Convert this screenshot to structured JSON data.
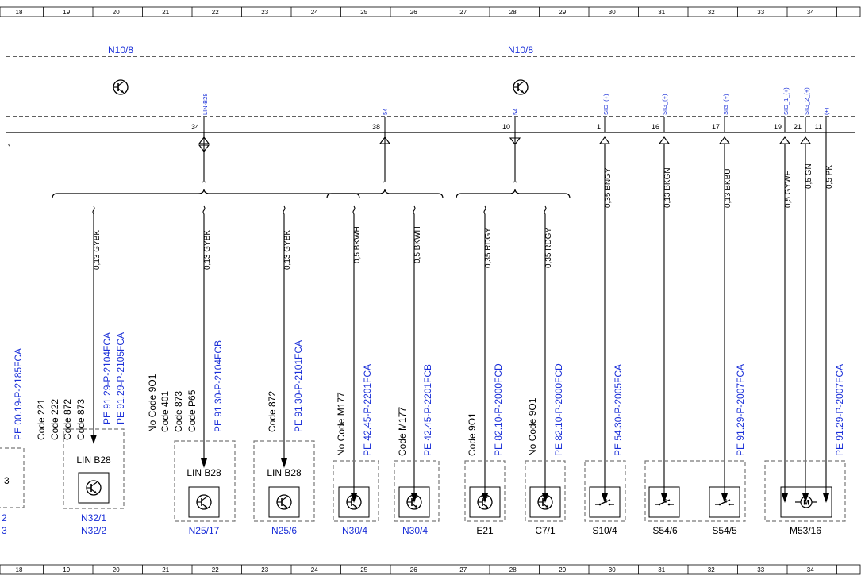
{
  "ruler": {
    "columns": [
      "18",
      "19",
      "20",
      "21",
      "22",
      "23",
      "24",
      "25",
      "26",
      "27",
      "28",
      "29",
      "30",
      "31",
      "32",
      "33",
      "34"
    ]
  },
  "module": {
    "name_left": "N10/8",
    "name_right": "N10/8"
  },
  "pins": [
    {
      "id": "pin-34",
      "number": "34",
      "signal": "LIN-B28"
    },
    {
      "id": "pin-38",
      "number": "38",
      "signal": "54"
    },
    {
      "id": "pin-10",
      "number": "10",
      "signal": "54"
    },
    {
      "id": "pin-1",
      "number": "1",
      "signal": "SIG_(+)"
    },
    {
      "id": "pin-16",
      "number": "16",
      "signal": "SIG_(+)"
    },
    {
      "id": "pin-17",
      "number": "17",
      "signal": "SIG_(+)"
    },
    {
      "id": "pin-19",
      "number": "19",
      "signal": "SIG_1_(+)"
    },
    {
      "id": "pin-21",
      "number": "21",
      "signal": "SIG_2_(+)"
    },
    {
      "id": "pin-11",
      "number": "11",
      "signal": "(+)"
    }
  ],
  "wires": [
    {
      "id": "w-n32",
      "label": "0,13 GYBK"
    },
    {
      "id": "w-n2517",
      "label": "0,13 GYBK"
    },
    {
      "id": "w-n256",
      "label": "0,13 GYBK"
    },
    {
      "id": "w-n304a",
      "label": "0,5 BKWH"
    },
    {
      "id": "w-n304b",
      "label": "0,5 BKWH"
    },
    {
      "id": "w-e21",
      "label": "0,35 RDGY"
    },
    {
      "id": "w-c71",
      "label": "0,35 RDGY"
    },
    {
      "id": "w-s104",
      "label": "0,35 BNGY"
    },
    {
      "id": "w-s546",
      "label": "0,13 BKGN"
    },
    {
      "id": "w-s545",
      "label": "0,13 BKBU"
    },
    {
      "id": "w-m1",
      "label": "0,5 GYWH"
    },
    {
      "id": "w-m2",
      "label": "0,5 GN"
    },
    {
      "id": "w-m3",
      "label": "0,5 PK"
    }
  ],
  "references": [
    {
      "id": "ref-edge",
      "text": "PE 00.19-P-2185FCA"
    },
    {
      "id": "ref-n32a",
      "text": "PE 91.29-P-2104FCA"
    },
    {
      "id": "ref-n32b",
      "text": "PE 91.29-P-2105FCA"
    },
    {
      "id": "ref-n2517",
      "text": "PE 91.30-P-2104FCB"
    },
    {
      "id": "ref-n256",
      "text": "PE 91.30-P-2101FCA"
    },
    {
      "id": "ref-n304a",
      "text": "PE 42.45-P-2201FCA"
    },
    {
      "id": "ref-n304b",
      "text": "PE 42.45-P-2201FCB"
    },
    {
      "id": "ref-e21",
      "text": "PE 82.10-P-2000FCD"
    },
    {
      "id": "ref-c71",
      "text": "PE 82.10-P-2000FCD"
    },
    {
      "id": "ref-s104",
      "text": "PE 54.30-P-2005FCA"
    },
    {
      "id": "ref-s545",
      "text": "PE 91.29-P-2007FCA"
    },
    {
      "id": "ref-m5316",
      "text": "PE 91.29-P-2007FCA"
    }
  ],
  "codes": {
    "n32": [
      "Code 221",
      "Code 222",
      "Code 872",
      "Code 873"
    ],
    "n2517": [
      "No Code 9O1",
      "Code 401",
      "Code 873",
      "Code P65"
    ],
    "n256": [
      "Code 872"
    ],
    "n304a": [
      "No Code M177"
    ],
    "n304b": [
      "Code M177"
    ],
    "e21": [
      "Code 9O1"
    ],
    "c71": [
      "No Code 9O1"
    ]
  },
  "components": {
    "n32_inner": "LIN B28",
    "n32_name1": "N32/1",
    "n32_name2": "N32/2",
    "n2517_inner": "LIN B28",
    "n2517_name": "N25/17",
    "n256_inner": "LIN B28",
    "n256_name": "N25/6",
    "n304a_name": "N30/4",
    "n304b_name": "N30/4",
    "e21_name": "E21",
    "c71_name": "C7/1",
    "s104_name": "S10/4",
    "s546_name": "S54/6",
    "s545_name": "S54/5",
    "m5316_name": "M53/16",
    "edge_inner": "3",
    "edge_name1": "2",
    "edge_name2": "3"
  },
  "icons": [
    "transistor-icon",
    "switch-icon",
    "motor-icon"
  ]
}
